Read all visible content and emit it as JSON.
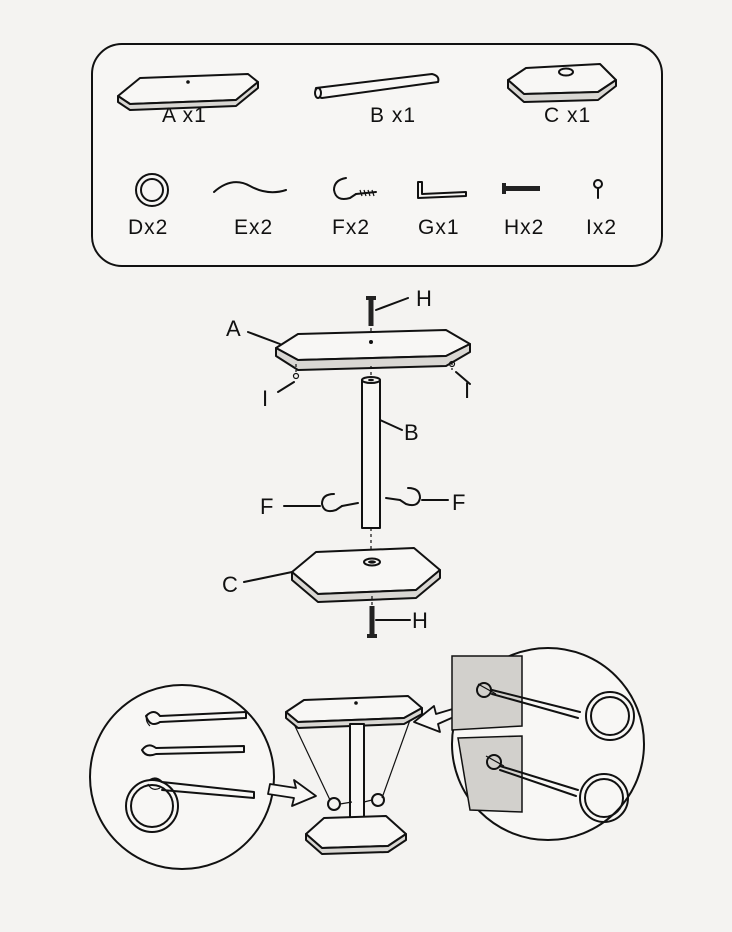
{
  "parts": [
    {
      "id": "A",
      "label": "A x1"
    },
    {
      "id": "B",
      "label": "B x1"
    },
    {
      "id": "C",
      "label": "C x1"
    },
    {
      "id": "D",
      "label": "Dx2"
    },
    {
      "id": "E",
      "label": "Ex2"
    },
    {
      "id": "F",
      "label": "Fx2"
    },
    {
      "id": "G",
      "label": "Gx1"
    },
    {
      "id": "H",
      "label": "Hx2"
    },
    {
      "id": "I",
      "label": "Ix2"
    }
  ],
  "assembly_callouts": {
    "h_top": "H",
    "a": "A",
    "i_left": "I",
    "i_right": "I",
    "b": "B",
    "f_left": "F",
    "f_right": "F",
    "c": "C",
    "h_bottom": "H"
  }
}
